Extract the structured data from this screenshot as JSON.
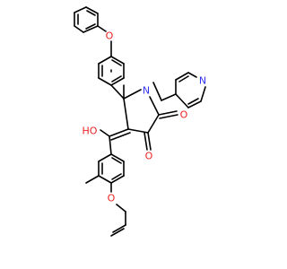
{
  "atoms": {
    "o_ether_top": "O",
    "n_ring": "N",
    "n_pyridine": "N",
    "oh_enol": "HO",
    "o_carbonyl_right": "O",
    "o_carbonyl_bottom": "O",
    "o_ether_bottom": "O"
  },
  "colors": {
    "bond": "#000000",
    "oxygen": "#ee2222",
    "nitrogen": "#3333ee",
    "background": "#ffffff"
  }
}
